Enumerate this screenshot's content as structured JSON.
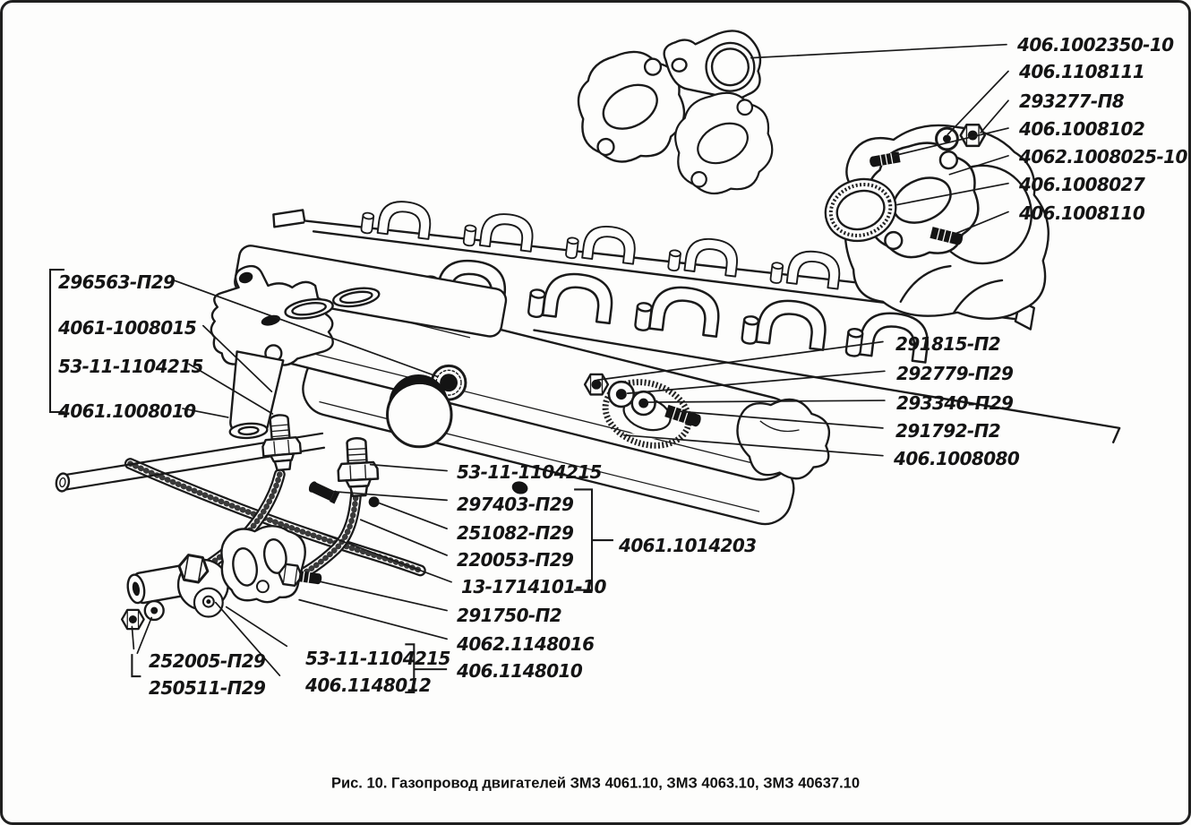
{
  "figure": {
    "caption": "Рис. 10. Газопровод двигателей ЗМЗ 4061.10, ЗМЗ 4063.10, ЗМЗ 40637.10"
  },
  "callouts": {
    "top_right": [
      "406.1002350-10",
      "406.1108111",
      "293277-П8",
      "406.1008102",
      "4062.1008025-10",
      "406.1008027",
      "406.1008110"
    ],
    "mid_right": [
      "291815-П2",
      "292779-П29",
      "293340-П29",
      "291792-П2",
      "406.1008080"
    ],
    "left": [
      "296563-П29",
      "4061-1008015",
      "53-11-1104215",
      "4061.1008010"
    ],
    "center": [
      "53-11-1104215",
      "297403-П29",
      "251082-П29",
      "220053-П29",
      "13-1714101-10"
    ],
    "center_group_ref": "4061.1014203",
    "center_lower": [
      "291750-П2",
      "4062.1148016",
      "406.1148010"
    ],
    "bottom_left": [
      "252005-П29",
      "250511-П29"
    ],
    "bottom_center": [
      "53-11-1104215",
      "406.1148012"
    ]
  }
}
